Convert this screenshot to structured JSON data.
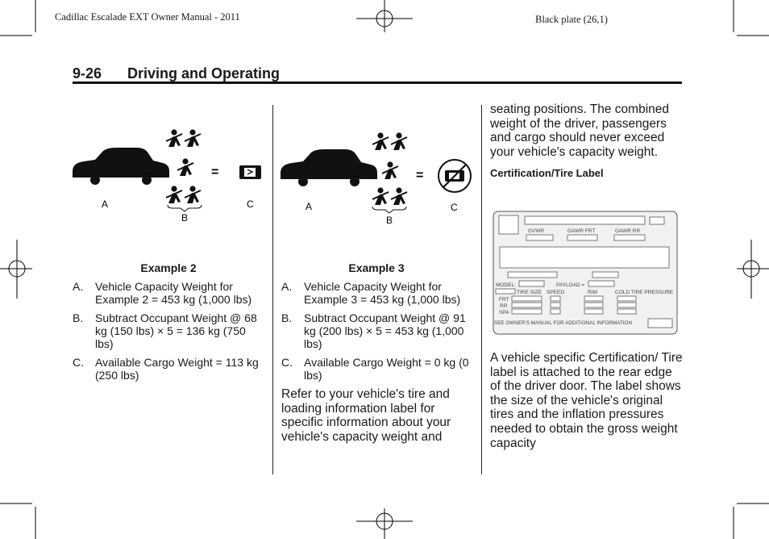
{
  "header": {
    "manual_title": "Cadillac Escalade EXT Owner Manual - 2011",
    "plate": "Black plate (26,1)"
  },
  "section": {
    "number": "9-26",
    "title": "Driving and Operating"
  },
  "example2": {
    "diagram": {
      "label_a": "A",
      "label_b": "B",
      "label_c": "C",
      "minus": "–",
      "equals": "="
    },
    "caption": "Example 2",
    "items": [
      {
        "label": "A.",
        "text": "Vehicle Capacity Weight for Example 2 = 453 kg (1,000 lbs)"
      },
      {
        "label": "B.",
        "text": "Subtract Occupant Weight @ 68 kg (150 lbs) × 5 = 136 kg (750 lbs)"
      },
      {
        "label": "C.",
        "text": "Available Cargo Weight = 113 kg (250 lbs)"
      }
    ]
  },
  "example3": {
    "diagram": {
      "label_a": "A",
      "label_b": "B",
      "label_c": "C",
      "minus": "–",
      "equals": "="
    },
    "caption": "Example 3",
    "items": [
      {
        "label": "A.",
        "text": "Vehicle Capacity Weight for Example 3 = 453 kg (1,000 lbs)"
      },
      {
        "label": "B.",
        "text": "Subtract Occupant Weight @ 91 kg (200 lbs) × 5 = 453 kg (1,000 lbs)"
      },
      {
        "label": "C.",
        "text": "Available Cargo Weight = 0 kg (0 lbs)"
      }
    ],
    "paragraph": "Refer to your vehicle's tire and loading information label for specific information about your vehicle's capacity weight and"
  },
  "right_column": {
    "paragraph1": "seating positions. The combined weight of the driver, passengers and cargo should never exceed your vehicle's capacity weight.",
    "subheading": "Certification/Tire Label",
    "label_figure": {
      "gvwr": "GVWR",
      "gawr_frt": "GAWR FRT",
      "gawr_rr": "GAWR RR",
      "model": "MODEL:",
      "payload": "PAYLOAD =",
      "tire_size": "TIRE SIZE",
      "speed": "SPEED",
      "rim": "RIM",
      "cold_tire_pressure": "COLD TIRE PRESSURE",
      "frt": "FRT",
      "rr": "RR",
      "spa": "SPA",
      "footer": "SEE OWNER'S MANUAL FOR ADDITIONAL INFORMATION"
    },
    "paragraph2": "A vehicle specific Certification/ Tire label is attached to the rear edge of the driver door. The label shows the size of the vehicle's original tires and the inflation pressures needed to obtain the gross weight capacity"
  }
}
